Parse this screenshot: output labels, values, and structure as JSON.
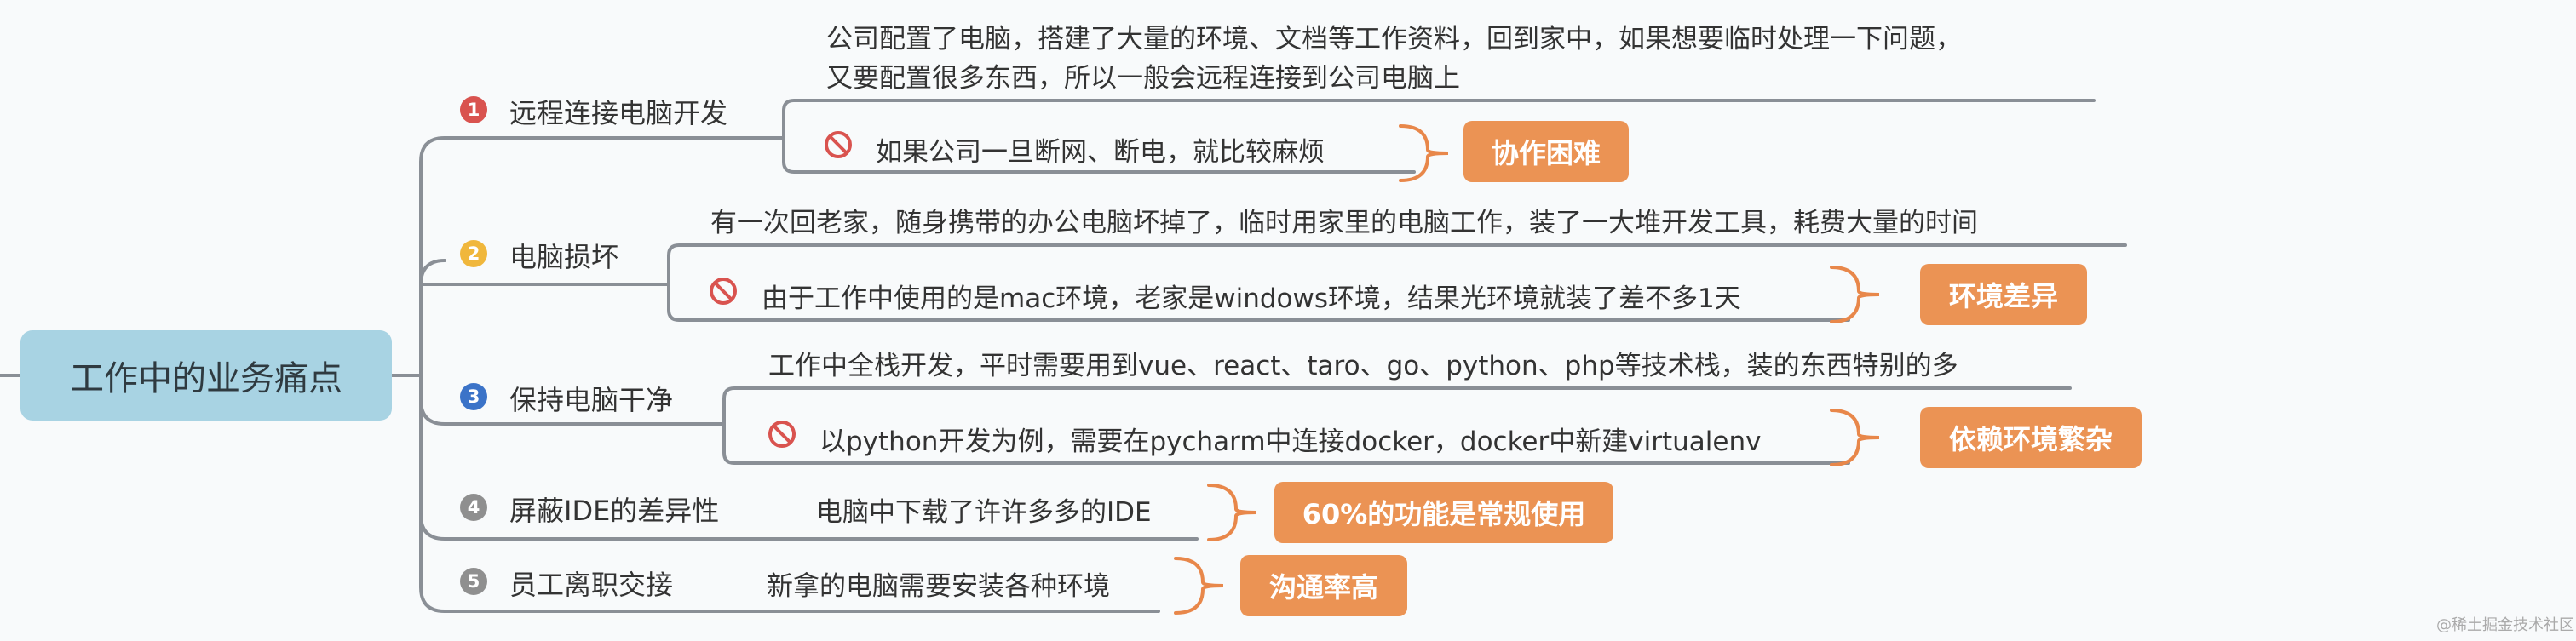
{
  "root": {
    "label": "工作中的业务痛点"
  },
  "colors": {
    "line": "#8a8f96",
    "brace": "#e8874a",
    "tag": "#eb9354",
    "root": "#a8d3e3",
    "num1": "#d9534f",
    "num2": "#f0b73c",
    "num3": "#3b73c8",
    "num4": "#8f8f8f",
    "num5": "#8f8f8f"
  },
  "branches": [
    {
      "number": "1",
      "label": "远程连接电脑开发",
      "description": [
        "公司配置了电脑，搭建了大量的环境、文档等工作资料，回到家中，如果想要临时处理一下问题，",
        "又要配置很多东西，所以一般会远程连接到公司电脑上"
      ],
      "issue": "如果公司一旦断网、断电，就比较麻烦",
      "tag": "协作困难"
    },
    {
      "number": "2",
      "label": "电脑损坏",
      "description": [
        "有一次回老家，随身携带的办公电脑坏掉了，临时用家里的电脑工作，装了一大堆开发工具，耗费大量的时间"
      ],
      "issue": "由于工作中使用的是mac环境，老家是windows环境，结果光环境就装了差不多1天",
      "tag": "环境差异"
    },
    {
      "number": "3",
      "label": "保持电脑干净",
      "description": [
        "工作中全栈开发，平时需要用到vue、react、taro、go、python、php等技术栈，装的东西特别的多"
      ],
      "issue": "以python开发为例，需要在pycharm中连接docker，docker中新建virtualenv",
      "tag": "依赖环境繁杂"
    },
    {
      "number": "4",
      "label": "屏蔽IDE的差异性",
      "detail": "电脑中下载了许许多多的IDE",
      "tag": "60%的功能是常规使用"
    },
    {
      "number": "5",
      "label": "员工离职交接",
      "detail": "新拿的电脑需要安装各种环境",
      "tag": "沟通率高"
    }
  ],
  "watermark": "@稀土掘金技术社区"
}
